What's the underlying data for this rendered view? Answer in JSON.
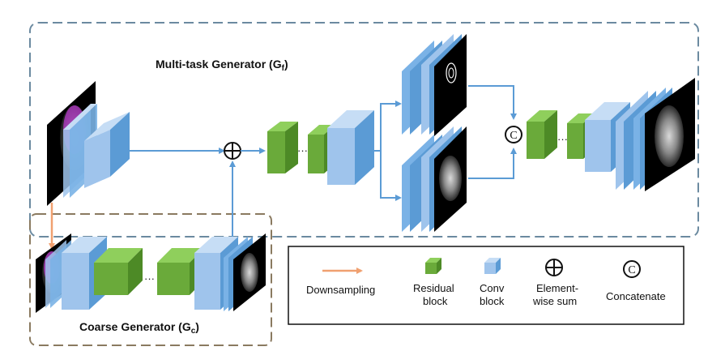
{
  "titles": {
    "fine_generator": {
      "text": "Multi-task Generator (G",
      "subscript": "f",
      "suffix": ")"
    },
    "coarse_generator": {
      "text": "Coarse Generator (G",
      "subscript": "c",
      "suffix": ")"
    }
  },
  "legend": {
    "downsampling": "Downsampling",
    "residual_line1": "Residual",
    "residual_line2": "block",
    "conv_line1": "Conv",
    "conv_line2": "block",
    "sum_line1": "Element-",
    "sum_line2": "wise sum",
    "concatenate": "Concatenate"
  },
  "symbols": {
    "sum": "⊕",
    "concat": "C",
    "ellipsis": "···"
  },
  "colors": {
    "residual_block": "#6aaa3a",
    "conv_block": "#7ab2e6",
    "arrow": "#5b9bd5",
    "downsample_arrow": "#f0a070",
    "outer_border": "#6b8aa0",
    "coarse_border": "#8a7a60",
    "image_bg": "#000000",
    "overlay": "#c13ad6"
  }
}
